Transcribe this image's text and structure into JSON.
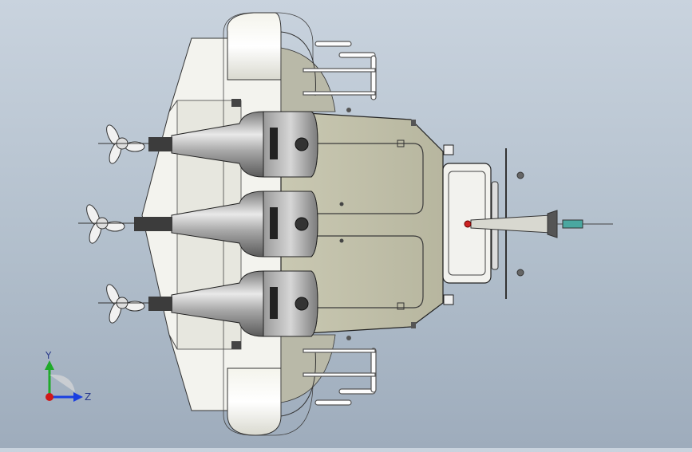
{
  "triad": {
    "y_label": "Y",
    "z_label": "Z",
    "colors": {
      "y": "#1faa2a",
      "z": "#1a3fe0",
      "x": "#d01818"
    }
  },
  "model": {
    "outboard_count": 3,
    "icons": [
      "boat-hull-icon",
      "outboard-motor-icon",
      "propeller-icon",
      "pontoon-icon",
      "railing-icon",
      "antenna-icon",
      "axis-triad-icon"
    ]
  }
}
